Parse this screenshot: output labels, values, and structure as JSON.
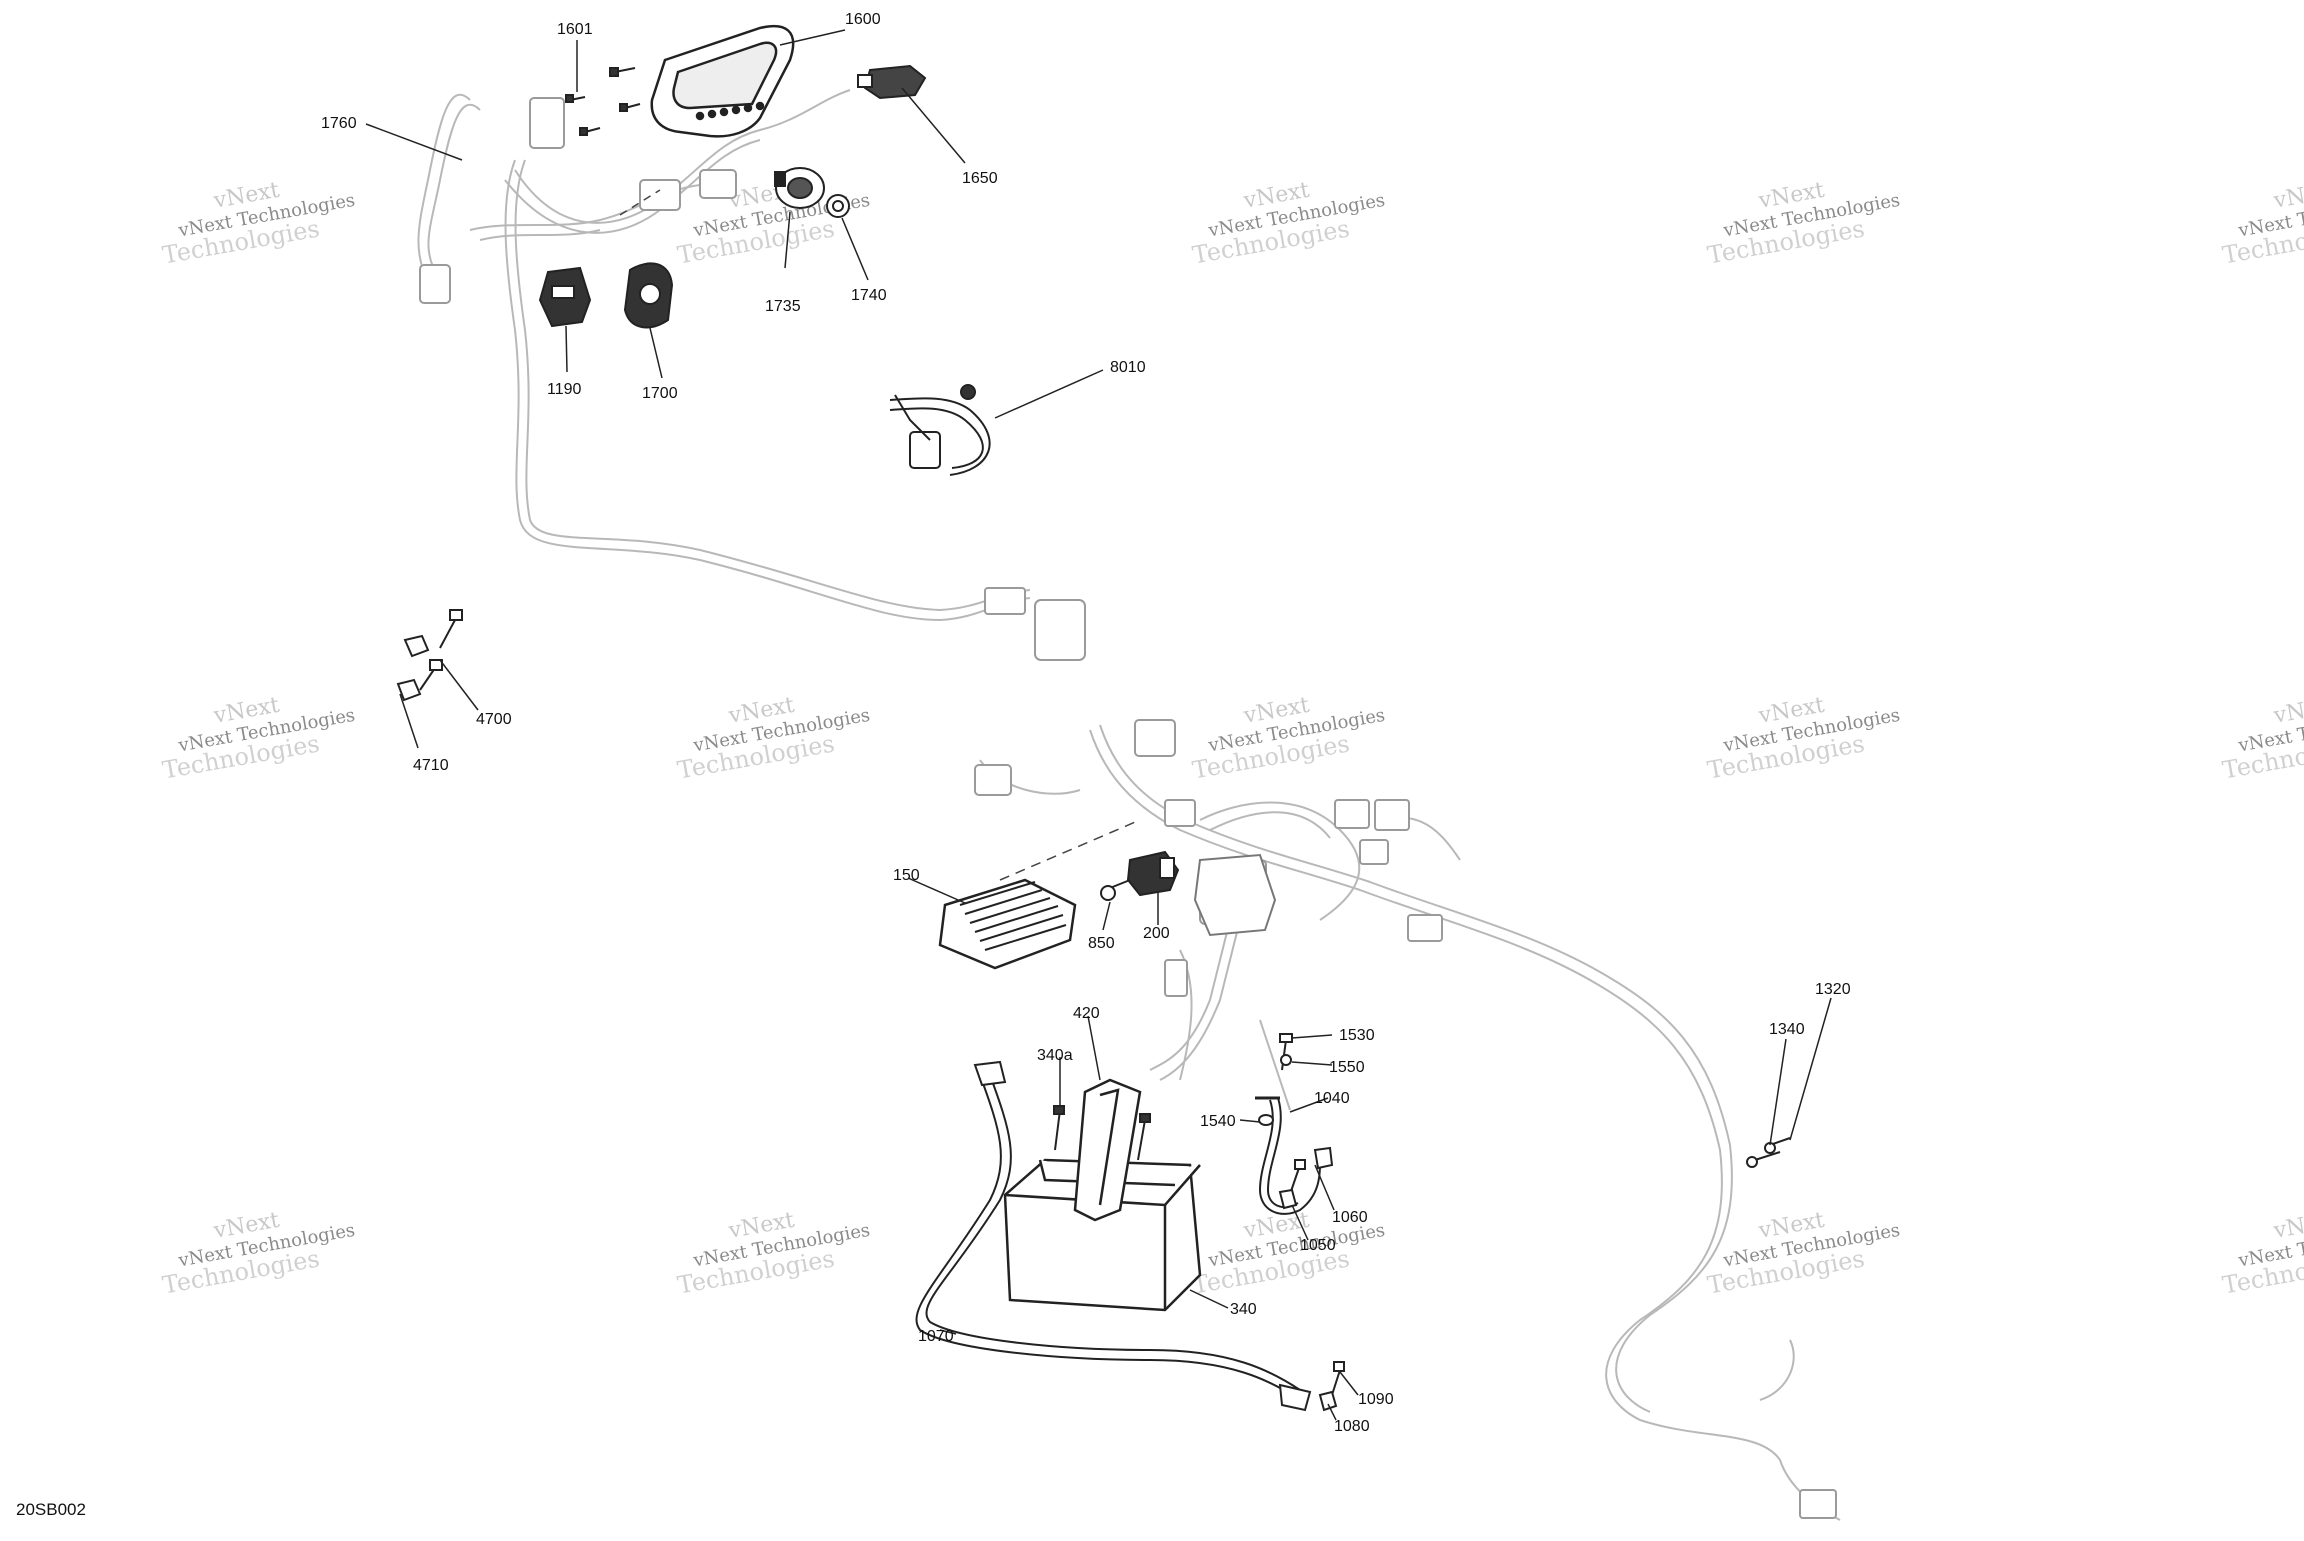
{
  "diagram_code": "20SB002",
  "watermark": {
    "line1": "vNext Technologies",
    "line2": "Technologies",
    "overlay": "vNext"
  },
  "labels": [
    {
      "id": "1601",
      "text": "1601"
    },
    {
      "id": "1600",
      "text": "1600"
    },
    {
      "id": "1760",
      "text": "1760"
    },
    {
      "id": "1650",
      "text": "1650"
    },
    {
      "id": "1735",
      "text": "1735"
    },
    {
      "id": "1740",
      "text": "1740"
    },
    {
      "id": "1190",
      "text": "1190"
    },
    {
      "id": "1700",
      "text": "1700"
    },
    {
      "id": "8010",
      "text": "8010"
    },
    {
      "id": "4700",
      "text": "4700"
    },
    {
      "id": "4710",
      "text": "4710"
    },
    {
      "id": "150",
      "text": "150"
    },
    {
      "id": "850",
      "text": "850"
    },
    {
      "id": "200",
      "text": "200"
    },
    {
      "id": "420",
      "text": "420"
    },
    {
      "id": "340a",
      "text": "340a"
    },
    {
      "id": "1530",
      "text": "1530"
    },
    {
      "id": "1550",
      "text": "1550"
    },
    {
      "id": "1040",
      "text": "1040"
    },
    {
      "id": "1540",
      "text": "1540"
    },
    {
      "id": "1060",
      "text": "1060"
    },
    {
      "id": "1050",
      "text": "1050"
    },
    {
      "id": "340",
      "text": "340"
    },
    {
      "id": "1070",
      "text": "1070"
    },
    {
      "id": "1090",
      "text": "1090"
    },
    {
      "id": "1080",
      "text": "1080"
    },
    {
      "id": "1320",
      "text": "1320"
    },
    {
      "id": "1340",
      "text": "1340"
    }
  ]
}
